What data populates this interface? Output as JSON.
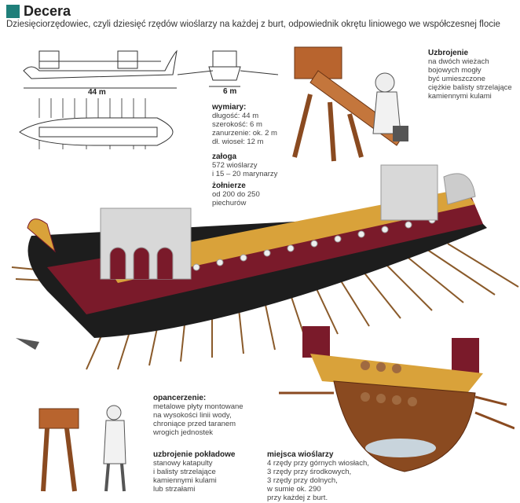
{
  "header": {
    "title": "Decera",
    "subtitle": "Dziesięciorzędowiec, czyli dziesięć rzędów wioślarzy na każdej z burt, odpowiednik okrętu liniowego we współczesnej flocie"
  },
  "diagram_labels": {
    "length": "44 m",
    "width": "6 m"
  },
  "specs": {
    "wymiary": {
      "heading": "wymiary:",
      "lines": [
        "długość: 44 m",
        "szerokość: 6 m",
        "zanurzenie: ok. 2 m",
        "dł. wioseł: 12 m"
      ]
    },
    "zaloga": {
      "heading": "załoga",
      "lines": [
        "572 wioślarzy",
        "i 15 – 20 marynarzy"
      ]
    },
    "zolnierze": {
      "heading": "żołnierze",
      "lines": [
        "od 200 do 250",
        "piechurów"
      ]
    }
  },
  "uzbrojenie": {
    "heading": "Uzbrojenie",
    "lines": [
      "na dwóch wieżach",
      "bojowych mogły",
      "być umieszczone",
      "ciężkie balisty strzelające",
      "kamiennymi kulami"
    ]
  },
  "opancerzenie": {
    "heading": "opancerzenie:",
    "lines": [
      "metalowe płyty montowane",
      "na wysokości linii wody,",
      "chroniące przed taranem",
      "wrogich jednostek"
    ]
  },
  "uzbrojenie_pokladowe": {
    "heading": "uzbrojenie pokładowe",
    "lines": [
      "stanowy katapulty",
      "i balisty strzelające",
      "kamiennymi kulami",
      "lub strzałami"
    ]
  },
  "miejsca": {
    "heading": "miejsca wioślarzy",
    "lines": [
      "4 rzędy przy górnych wiosłach,",
      "3 rzędy przy środkowych,",
      "3 rzędy przy dolnych,",
      "w sumie ok. 290",
      "przy każdej z burt."
    ]
  },
  "colors": {
    "accent": "#1f7f7a",
    "hull": "#7a1a2a",
    "deck": "#d9a23a",
    "tower": "#d8d8d8"
  }
}
